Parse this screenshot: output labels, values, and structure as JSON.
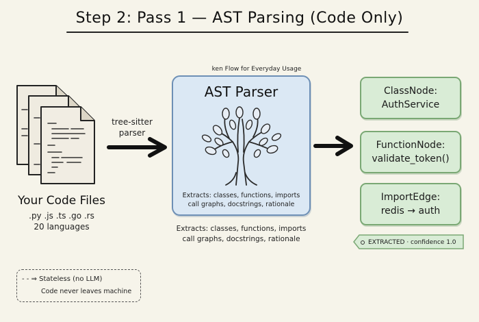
{
  "title": "Step 2: Pass 1 — AST Parsing (Code Only)",
  "input": {
    "icon": "stacked-code-files-icon",
    "label": "Your Code Files",
    "extensions": ".py .js .ts .go .rs",
    "languages": "20 languages"
  },
  "arrow1": {
    "label_line1": "tree-sitter",
    "label_line2": "parser"
  },
  "parser": {
    "caption_top": "ken Flow for Everyday Usage",
    "title": "AST Parser",
    "icon": "tree-icon",
    "extracts_line1": "Extracts: classes, functions, imports",
    "extracts_line2": "call graphs, docstrings, rationale"
  },
  "below_parser": {
    "line1": "Extracts: classes, functions, imports",
    "line2": "call graphs, docstrings, rationale"
  },
  "outputs": [
    {
      "line1": "ClassNode:",
      "line2": "AuthService"
    },
    {
      "line1": "FunctionNode:",
      "line2": "validate_token()"
    },
    {
      "line1": "ImportEdge:",
      "line2": "redis → auth"
    }
  ],
  "badge": {
    "text": "EXTRACTED · confidence 1.0"
  },
  "legend": {
    "line1": "- - ⇒ Stateless (no LLM)",
    "line2": "Code never leaves machine"
  },
  "colors": {
    "background": "#f6f4ea",
    "parser_fill": "#dbe8f4",
    "parser_border": "#6d8fb5",
    "node_fill": "#d9ecd6",
    "node_border": "#7aa874",
    "ink": "#111111"
  }
}
